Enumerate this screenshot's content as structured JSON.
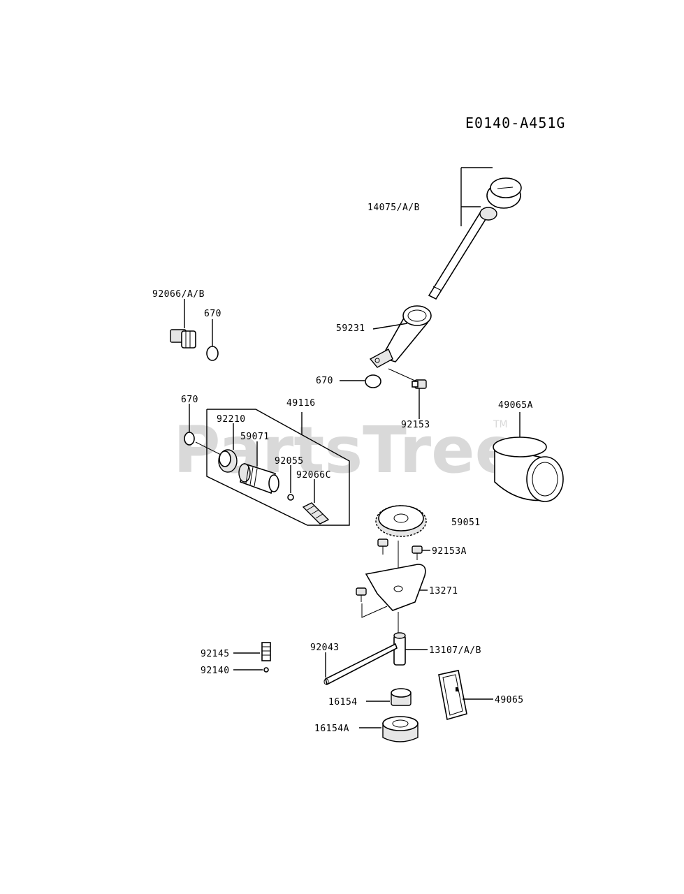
{
  "diagram_code": "E0140-A451G",
  "watermark": {
    "text": "PartsTree",
    "tm": "TM"
  },
  "callouts": {
    "dipstick": "14075/A/B",
    "drain_plug": "92066/A/B",
    "oring_plug": "670",
    "oil_filler_tube": "59231",
    "oring_tube": "670",
    "bolt_tube": "92153",
    "oring_valve": "670",
    "relief_valve_assy": "49116",
    "cap_92210": "92210",
    "valve_body": "59071",
    "ring_92055": "92055",
    "spring_92066c": "92066C",
    "oil_filter": "49065A",
    "gear": "59051",
    "bolt_gear": "92153A",
    "plate": "13271",
    "shaft_pin": "92043",
    "shaft": "13107/A/B",
    "spring_92145": "92145",
    "ball_92140": "92140",
    "rotor_inner": "16154",
    "rotor_outer": "16154A",
    "gasket": "49065"
  }
}
